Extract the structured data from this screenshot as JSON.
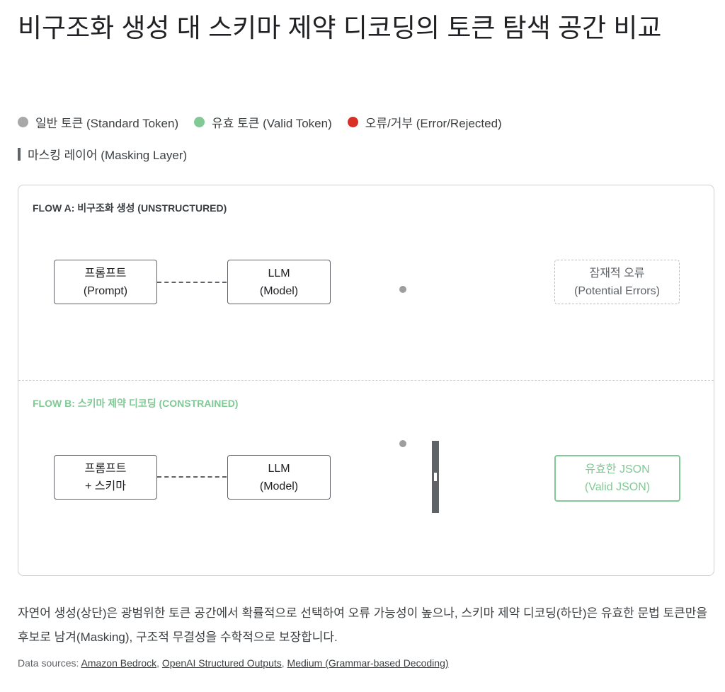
{
  "title": "비구조화 생성 대 스키마 제약 디코딩의 토큰 탐색 공간 비교",
  "legend": {
    "standard": "일반 토큰 (Standard Token)",
    "valid": "유효 토큰 (Valid Token)",
    "error": "오류/거부 (Error/Rejected)",
    "masking": "마스킹 레이어 (Masking Layer)"
  },
  "colors": {
    "standard": "#a8a8a8",
    "valid": "#81c995",
    "error": "#d93025",
    "masking": "#5f6368"
  },
  "flow_a": {
    "label": "FLOW A: 비구조화 생성 (UNSTRUCTURED)",
    "prompt": [
      "프롬프트",
      "(Prompt)"
    ],
    "llm": [
      "LLM",
      "(Model)"
    ],
    "output": [
      "잠재적 오류",
      "(Potential Errors)"
    ]
  },
  "flow_b": {
    "label": "FLOW B: 스키마 제약 디코딩 (CONSTRAINED)",
    "prompt": [
      "프롬프트",
      "+ 스키마"
    ],
    "llm": [
      "LLM",
      "(Model)"
    ],
    "output": [
      "유효한 JSON",
      "(Valid JSON)"
    ]
  },
  "caption": "자연어 생성(상단)은 광범위한 토큰 공간에서 확률적으로 선택하여 오류 가능성이 높으나, 스키마 제약 디코딩(하단)은 유효한 문법 토큰만을 후보로 남겨(Masking), 구조적 무결성을 수학적으로 보장합니다.",
  "sources": {
    "prefix": "Data sources: ",
    "links": [
      "Amazon Bedrock",
      "OpenAI Structured Outputs",
      "Medium (Grammar-based Decoding)"
    ]
  }
}
